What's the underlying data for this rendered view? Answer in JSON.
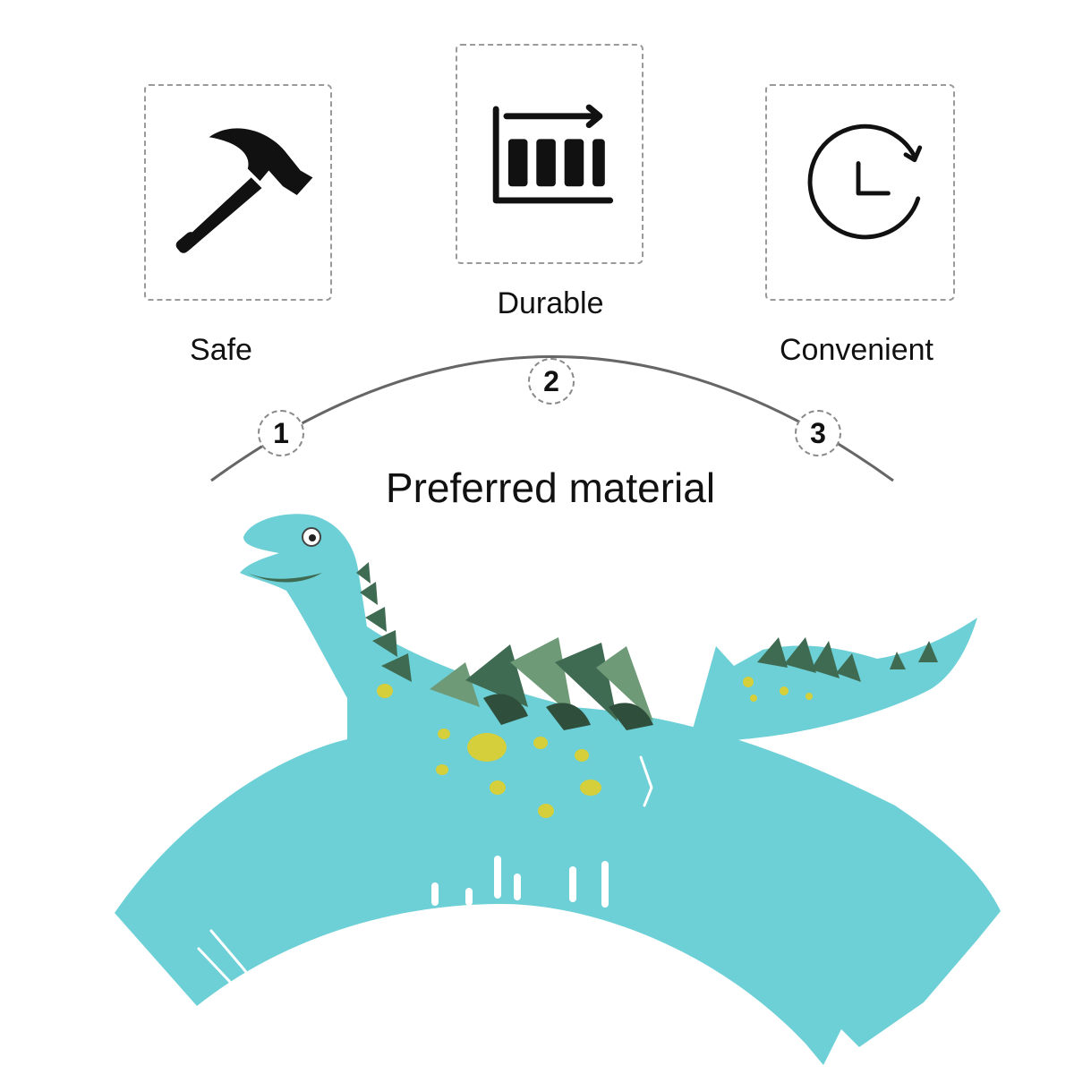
{
  "features": [
    {
      "label": "Safe",
      "icon": "hammer-icon"
    },
    {
      "label": "Durable",
      "icon": "bar-chart-icon"
    },
    {
      "label": "Convenient",
      "icon": "clock-icon"
    }
  ],
  "steps": [
    "1",
    "2",
    "3"
  ],
  "heading": "Preferred material",
  "colors": {
    "icon": "#111111",
    "dashed_border": "#9a9a9a",
    "arc": "#666666",
    "wrapper": "#6cd0d6",
    "spike_dark": "#3f6b52",
    "spike_light": "#6f9a78",
    "dots": "#d4cf3a"
  }
}
